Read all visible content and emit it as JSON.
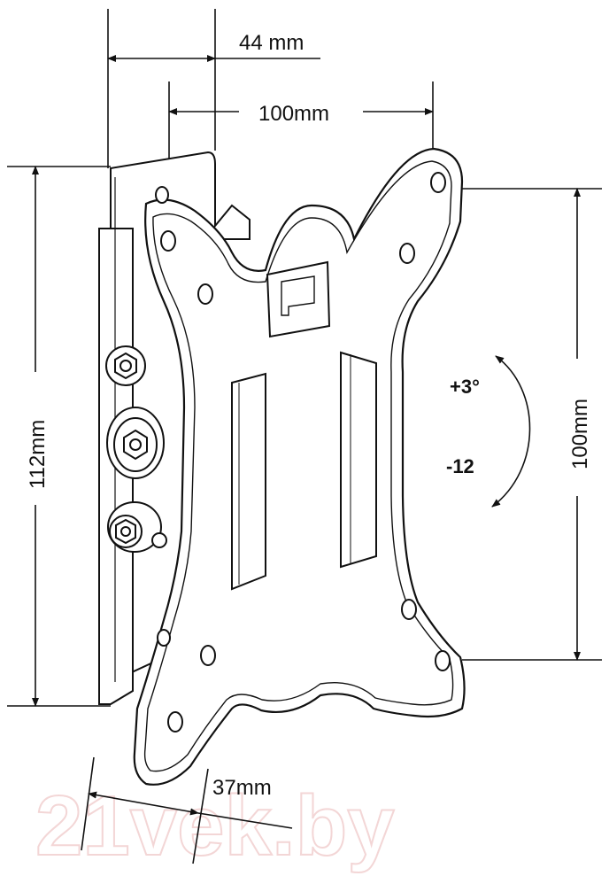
{
  "dimensions": {
    "depth_top": "44 mm",
    "hole_width": "100mm",
    "total_height": "112mm",
    "hole_height": "100mm",
    "depth_bottom": "37mm"
  },
  "tilt": {
    "up": "+3°",
    "down": "-12"
  },
  "watermark": "21vek.by",
  "colors": {
    "line": "#111111",
    "watermark": "#f3d6d6"
  }
}
